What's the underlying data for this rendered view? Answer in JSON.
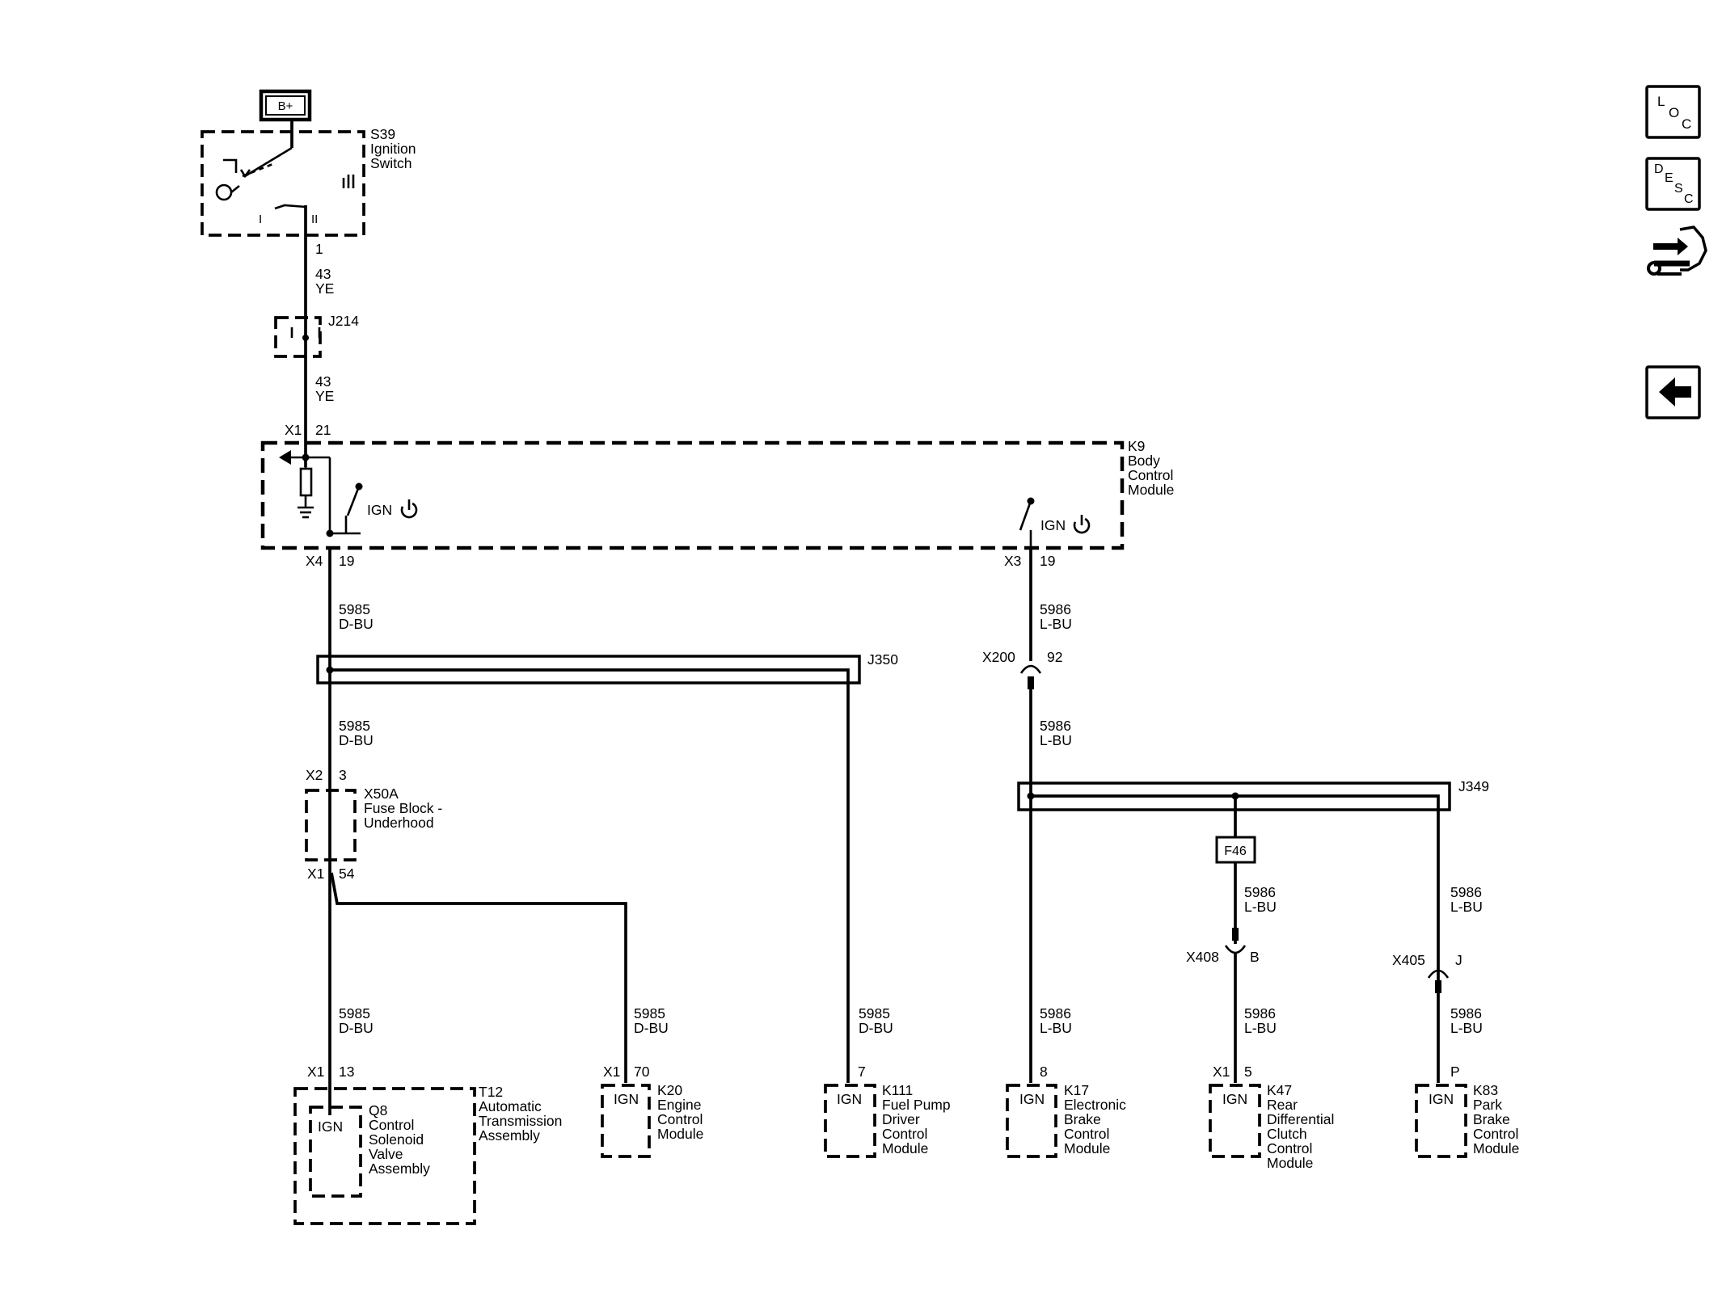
{
  "navigation": {
    "loc_button": {
      "letters": [
        "L",
        "O",
        "C"
      ]
    },
    "desc_button": {
      "letters": [
        "D",
        "E",
        "S",
        "C"
      ]
    },
    "connector_view_icon": "connector-wrench-icon",
    "back_button_icon": "arrow-left-icon"
  },
  "power": {
    "label": "B+"
  },
  "ignition_switch": {
    "ref": "S39",
    "name_lines": [
      "Ignition",
      "Switch"
    ],
    "pos_i": "I",
    "pos_ii": "II",
    "pos_iii": "III",
    "pin": "1"
  },
  "wire_43_upper": {
    "circuit": "43",
    "color": "YE"
  },
  "splice_j214": {
    "ref": "J214"
  },
  "wire_43_lower": {
    "circuit": "43",
    "color": "YE"
  },
  "bcm": {
    "ref": "K9",
    "name_lines": [
      "Body",
      "Control",
      "Module"
    ],
    "in_connector": "X1",
    "in_pin": "21",
    "ign_label_left": "IGN",
    "ign_label_right": "IGN",
    "out_left_connector": "X4",
    "out_left_pin": "19",
    "out_right_connector": "X3",
    "out_right_pin": "19"
  },
  "wires": {
    "w5985_a": {
      "circuit": "5985",
      "color": "D-BU"
    },
    "w5985_b": {
      "circuit": "5985",
      "color": "D-BU"
    },
    "w5985_c": {
      "circuit": "5985",
      "color": "D-BU"
    },
    "w5985_d": {
      "circuit": "5985",
      "color": "D-BU"
    },
    "w5985_e": {
      "circuit": "5985",
      "color": "D-BU"
    },
    "w5986_a": {
      "circuit": "5986",
      "color": "L-BU"
    },
    "w5986_b": {
      "circuit": "5986",
      "color": "L-BU"
    },
    "w5986_c": {
      "circuit": "5986",
      "color": "L-BU"
    },
    "w5986_d": {
      "circuit": "5986",
      "color": "L-BU"
    },
    "w5986_e": {
      "circuit": "5986",
      "color": "L-BU"
    },
    "w5986_f": {
      "circuit": "5986",
      "color": "L-BU"
    },
    "w5986_g": {
      "circuit": "5986",
      "color": "L-BU"
    }
  },
  "splice_j350": {
    "ref": "J350"
  },
  "splice_j349": {
    "ref": "J349"
  },
  "inline_x200": {
    "ref": "X200",
    "pin": "92"
  },
  "inline_x408": {
    "ref": "X408",
    "pin": "B"
  },
  "inline_x405": {
    "ref": "X405",
    "pin": "J"
  },
  "fuse": {
    "label": "F46"
  },
  "fuse_block": {
    "ref": "X50A",
    "name_lines": [
      "Fuse Block -",
      "Underhood"
    ],
    "in_connector": "X2",
    "in_pin": "3",
    "out_connector": "X1",
    "out_pin": "54"
  },
  "t12": {
    "ref": "T12",
    "name_lines": [
      "Automatic",
      "Transmission",
      "Assembly"
    ],
    "connector": "X1",
    "pin": "13"
  },
  "q8": {
    "ref": "Q8",
    "name_lines": [
      "Control",
      "Solenoid",
      "Valve",
      "Assembly"
    ],
    "ign": "IGN"
  },
  "k20": {
    "ref": "K20",
    "name_lines": [
      "Engine",
      "Control",
      "Module"
    ],
    "connector": "X1",
    "pin": "70",
    "ign": "IGN"
  },
  "k111": {
    "ref": "K111",
    "name_lines": [
      "Fuel Pump",
      "Driver",
      "Control",
      "Module"
    ],
    "pin": "7",
    "ign": "IGN"
  },
  "k17": {
    "ref": "K17",
    "name_lines": [
      "Electronic",
      "Brake",
      "Control",
      "Module"
    ],
    "pin": "8",
    "ign": "IGN"
  },
  "k47": {
    "ref": "K47",
    "name_lines": [
      "Rear",
      "Differential",
      "Clutch",
      "Control",
      "Module"
    ],
    "connector": "X1",
    "pin": "5",
    "ign": "IGN"
  },
  "k83": {
    "ref": "K83",
    "name_lines": [
      "Park",
      "Brake",
      "Control",
      "Module"
    ],
    "pin": "P",
    "ign": "IGN"
  }
}
